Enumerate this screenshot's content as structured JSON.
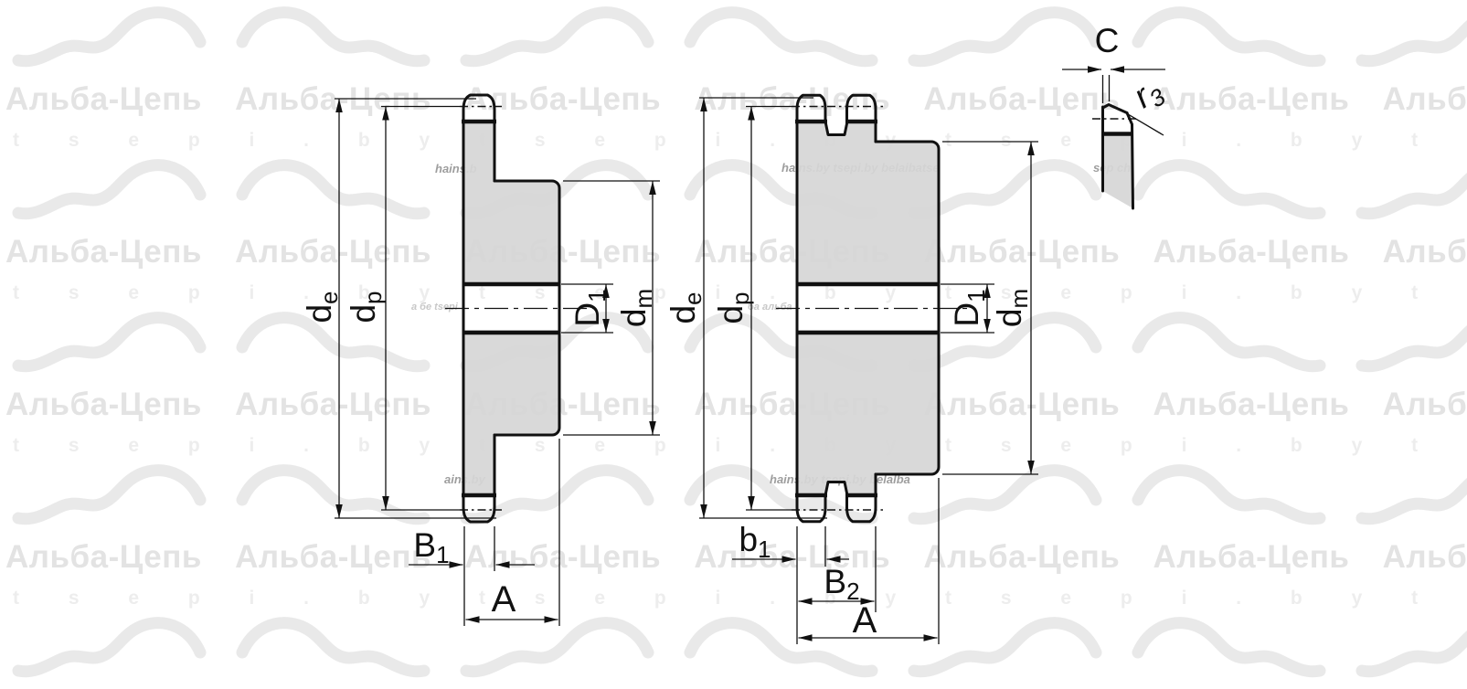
{
  "watermark": {
    "brand_row": "Альба-Цепь Альба-Цепь Альба-Цепь Альба-Цепь Альба-Цепь Альба-Цепь Альба-Цепь",
    "url_row": "t s e p i . b y   t s e p i . b y   t s e p i . b y   t s e p i . b y",
    "fragments": [
      "hains.b",
      "hains.by   tsepi.by   belaibatse",
      "sep  ch",
      "ains.by",
      "hains.by   tsepi.by   belalba",
      "а    бе   tsepi",
      "ба    альба"
    ]
  },
  "drawing": {
    "labels": {
      "de": {
        "base": "d",
        "sub": "e"
      },
      "dp": {
        "base": "d",
        "sub": "p"
      },
      "D1": {
        "base": "D",
        "sub": "1"
      },
      "dm": {
        "base": "d",
        "sub": "m"
      },
      "B1": {
        "base": "B",
        "sub": "1"
      },
      "A": "A",
      "b1": {
        "base": "b",
        "sub": "1"
      },
      "B2": {
        "base": "B",
        "sub": "2"
      },
      "C": "C",
      "r3": {
        "base": "r",
        "sub": "3"
      }
    },
    "colors": {
      "line": "#111111",
      "fill": "#d6d6d6",
      "wave": "#e9e9e9",
      "wm-brand": "#e3e3e3",
      "wm-url": "#ededed"
    }
  }
}
